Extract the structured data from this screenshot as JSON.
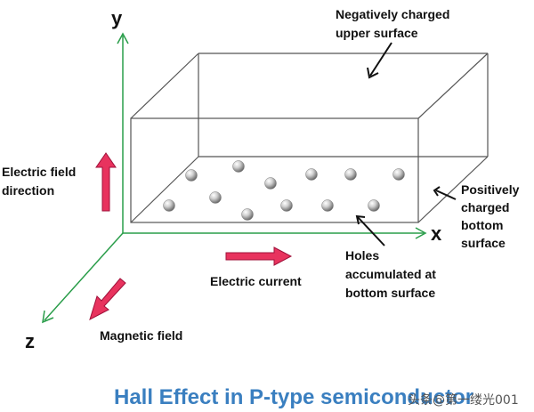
{
  "axes": {
    "y": "y",
    "x": "x",
    "z": "z"
  },
  "labels": {
    "upper_surface": [
      "Negatively charged",
      "upper surface"
    ],
    "electric_field": [
      "Electric field",
      "direction"
    ],
    "bottom_surface": [
      "Positively",
      "charged",
      "bottom",
      "surface"
    ],
    "holes": [
      "Holes",
      "accumulated at",
      "bottom surface"
    ],
    "electric_current": "Electric current",
    "magnetic_field": "Magnetic field"
  },
  "title": "Hall Effect in P-type semiconductor",
  "watermark": "头条@第一缕光001",
  "colors": {
    "axis": "#2a9d4a",
    "box": "#555555",
    "arrow_fill": "#e8335e",
    "arrow_stroke": "#a0103a",
    "title": "#3a7fc0"
  }
}
